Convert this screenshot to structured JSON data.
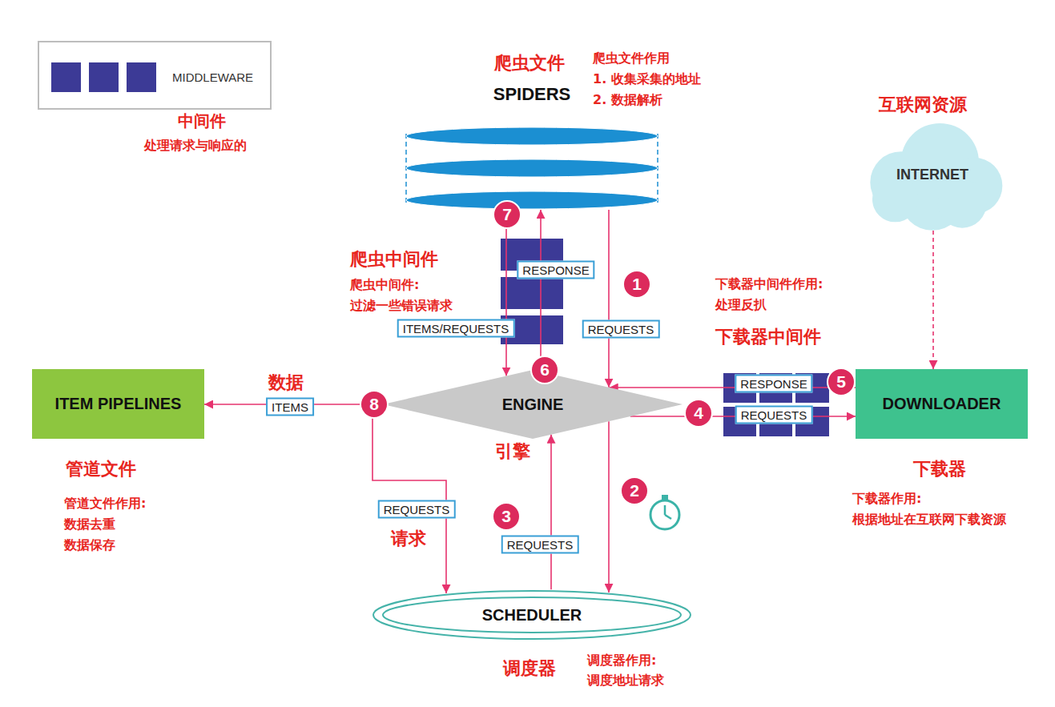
{
  "diagram": {
    "nodes": [
      {
        "text": [
          "SPIDERS"
        ]
      },
      {
        "text": [
          "INTERNET"
        ]
      },
      {
        "text": [
          "ITEM PIPELINES"
        ]
      },
      {
        "text": [
          "ENGINE"
        ]
      },
      {
        "text": [
          "DOWNLOADER"
        ]
      },
      {
        "text": [
          "SCHEDULER"
        ]
      }
    ],
    "edges": [
      {
        "from": 0,
        "to": 3,
        "label": "REQUESTS",
        "arrow": "to"
      },
      {
        "from": 3,
        "to": 5,
        "arrow": "to"
      },
      {
        "from": 5,
        "to": 3,
        "label": "REQUESTS",
        "arrow": "to"
      },
      {
        "from": 3,
        "to": 4,
        "label": "REQUESTS",
        "arrow": "to"
      },
      {
        "from": 4,
        "to": 3,
        "label": "RESPONSE",
        "arrow": "to"
      },
      {
        "from": 0,
        "to": 3,
        "label": "ITEMS/REQUESTS",
        "arrow": "to"
      },
      {
        "from": 3,
        "to": 0,
        "label": "RESPONSE",
        "arrow": "to"
      },
      {
        "from": 3,
        "to": 2,
        "label": "ITEMS",
        "arrow": "to"
      },
      {
        "from": 3,
        "to": 5,
        "label": "REQUESTS",
        "arrow": "to"
      },
      {
        "from": 1,
        "to": 4,
        "arrow": "to"
      }
    ],
    "labels": [
      "中间件",
      "处理请求与响应的",
      "爬虫文件",
      "爬虫文件作用",
      "1. 收集采集的地址",
      "2. 数据解析",
      "互联网资源",
      "爬虫中间件",
      "爬虫中间件:",
      "过滤一些错误请求",
      "下载器中间件作用:",
      "处理反扒",
      "下载器中间件",
      "数据",
      "引擎",
      "管道文件",
      "管道文件作用:",
      "数据去重",
      "数据保存",
      "请求",
      "下载器",
      "下载器作用:",
      "根据地址在互联网下载资源",
      "调度器",
      "调度器作用:",
      "调度地址请求",
      "1",
      "2",
      "3",
      "4",
      "5",
      "6",
      "7",
      "8"
    ],
    "legend": [
      {
        "text": "MIDDLEWARE",
        "color": "#3c3a96"
      }
    ]
  }
}
